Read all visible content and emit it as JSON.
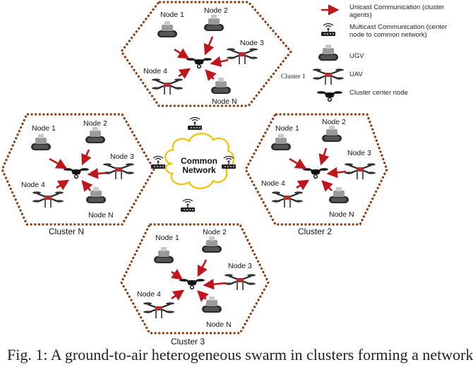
{
  "legend": {
    "unicast": "Unicast Communication (cluster agents)",
    "multicast": "Multicast Communication (center node to common network)",
    "ugv": "UGV",
    "uav": "UAV",
    "center": "Cluster center node",
    "cluster_tag": "Cluster 1"
  },
  "network": {
    "line1": "Common",
    "line2": "Network"
  },
  "clusters": {
    "top": {
      "n1": "Node 1",
      "n2": "Node 2",
      "n3": "Node 3",
      "n4": "Node 4",
      "nn": "Node N"
    },
    "left": {
      "name": "Cluster N",
      "n1": "Node 1",
      "n2": "Node 2",
      "n3": "Node 3",
      "n4": "Node 4",
      "nn": "Node N"
    },
    "right": {
      "name": "Cluster 2",
      "n1": "Node 1",
      "n2": "Node 2",
      "n3": "Node 3",
      "n4": "Node 4",
      "nn": "Node N"
    },
    "bottom": {
      "name": "Cluster 3",
      "n1": "Node 1",
      "n2": "Node 2",
      "n3": "Node 3",
      "n4": "Node 4",
      "nn": "Node N"
    }
  },
  "caption": "Fig. 1:  A ground-to-air heterogeneous swarm in clusters forming a network",
  "colors": {
    "arrow": "#c0151b",
    "border": "#8b3a10",
    "cloud": "#f2c200"
  }
}
